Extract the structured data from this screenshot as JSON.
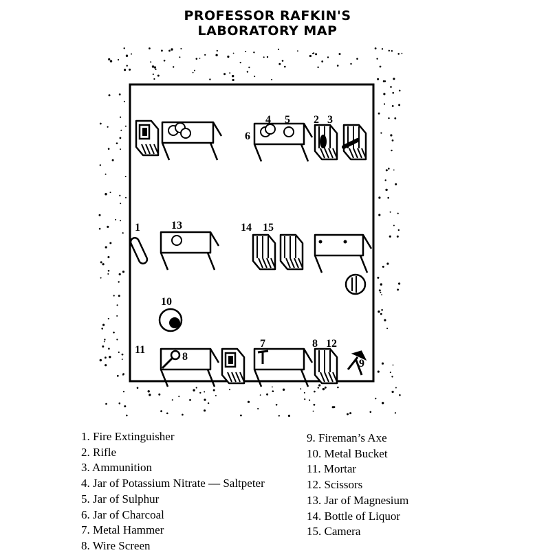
{
  "title": {
    "line1": "PROFESSOR RAFKIN'S",
    "line2": "LABORATORY MAP"
  },
  "map_labels": [
    "1",
    "2",
    "3",
    "4",
    "5",
    "6",
    "7",
    "8",
    "8",
    "9",
    "10",
    "11",
    "12",
    "13",
    "14",
    "15"
  ],
  "legend": {
    "left": [
      "1. Fire Extinguisher",
      "2. Rifle",
      "3. Ammunition",
      "4. Jar of Potassium Nitrate — Saltpeter",
      "5. Jar of Sulphur",
      "6. Jar of Charcoal",
      "7. Metal Hammer",
      "8. Wire Screen"
    ],
    "right": [
      "9. Fireman’s Axe",
      "10. Metal Bucket",
      "11. Mortar",
      "12. Scissors",
      "13. Jar of Magnesium",
      "14. Bottle of Liquor",
      "15. Camera"
    ]
  }
}
